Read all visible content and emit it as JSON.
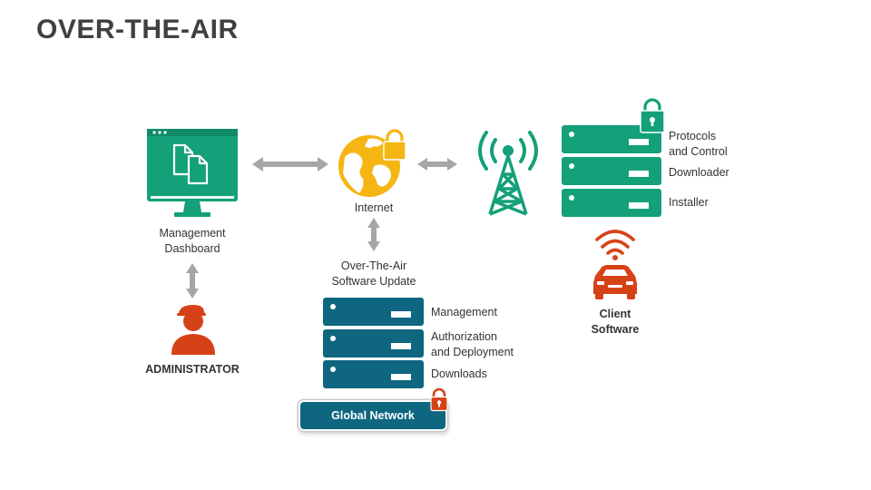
{
  "title": "OVER-THE-AIR",
  "nodes": {
    "dashboard": "Management Dashboard",
    "dashboard_line1": "Management",
    "dashboard_line2": "Dashboard",
    "internet": "Internet",
    "ota_line1": "Over-The-Air",
    "ota_line2": "Software Update",
    "administrator": "ADMINISTRATOR",
    "client_line1": "Client",
    "client_line2": "Software"
  },
  "client_stack": {
    "items": [
      "Protocols and Control",
      "Downloader",
      "Installer"
    ],
    "protocols_line1": "Protocols",
    "protocols_line2": "and Control"
  },
  "server_stack": {
    "items": [
      "Management",
      "Authorization and Deployment",
      "Downloads"
    ],
    "auth_line1": "Authorization",
    "auth_line2": "and Deployment"
  },
  "global_network_button": "Global Network",
  "colors": {
    "green": "#14a079",
    "teal": "#0e6680",
    "orange": "#f5b512",
    "red": "#d64218",
    "arrow_gray": "#a6a6a6",
    "title": "#404040"
  },
  "icons": [
    "monitor-icon",
    "documents-icon",
    "globe-icon",
    "lock-icon",
    "antenna-tower-icon",
    "server-icon",
    "wifi-icon",
    "car-icon",
    "person-icon"
  ]
}
